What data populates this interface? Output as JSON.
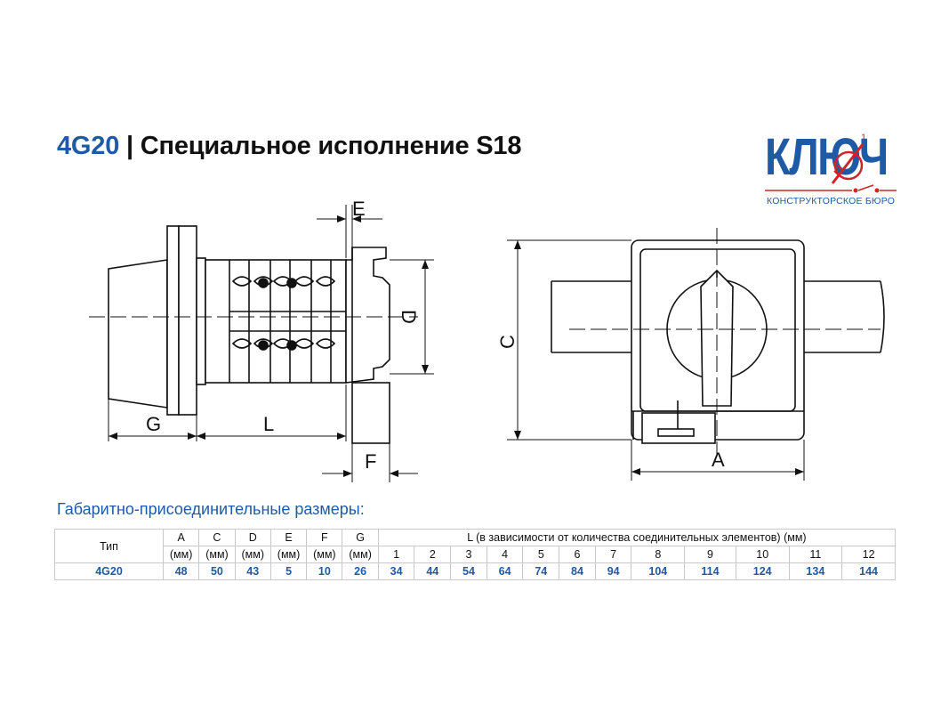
{
  "header": {
    "model": "4G20",
    "separator": " | ",
    "title_rest": "Специальное исполнение S18"
  },
  "logo": {
    "name": "КЛЮЧ",
    "sub": "КОНСТРУКТОРСКОЕ БЮРО",
    "mark": "1"
  },
  "drawing": {
    "labels": {
      "E": "E",
      "D": "D",
      "G": "G",
      "L": "L",
      "F": "F",
      "C": "C",
      "A": "A"
    }
  },
  "section_title": "Габаритно-присоединительные размеры:",
  "table": {
    "type_header": "Тип",
    "dim_headers": [
      {
        "letter": "A",
        "unit": "(мм)"
      },
      {
        "letter": "C",
        "unit": "(мм)"
      },
      {
        "letter": "D",
        "unit": "(мм)"
      },
      {
        "letter": "E",
        "unit": "(мм)"
      },
      {
        "letter": "F",
        "unit": "(мм)"
      },
      {
        "letter": "G",
        "unit": "(мм)"
      }
    ],
    "l_header": "L (в зависимости от количества соединительных элементов) (мм)",
    "l_counts": [
      "1",
      "2",
      "3",
      "4",
      "5",
      "6",
      "7",
      "8",
      "9",
      "10",
      "11",
      "12"
    ],
    "row": {
      "type": "4G20",
      "dims": [
        "48",
        "50",
        "43",
        "5",
        "10",
        "26"
      ],
      "l_values": [
        "34",
        "44",
        "54",
        "64",
        "74",
        "84",
        "94",
        "104",
        "114",
        "124",
        "134",
        "144"
      ]
    }
  },
  "colors": {
    "accent": "#1f5aa6",
    "logo_red": "#d2232a",
    "line": "#111111"
  }
}
